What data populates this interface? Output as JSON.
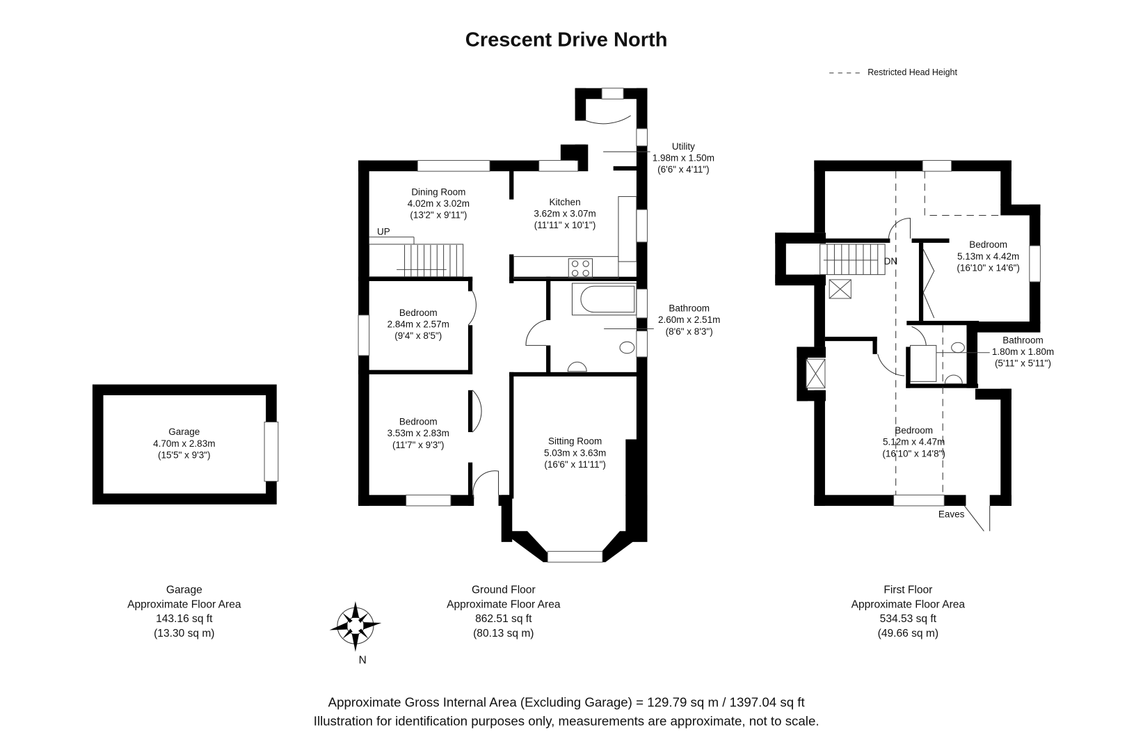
{
  "title": "Crescent Drive North",
  "legend": {
    "restricted_head_height": "Restricted Head Height"
  },
  "ground_floor": {
    "rooms": [
      {
        "name": "Dining Room",
        "metric": "4.02m x 3.02m",
        "imperial": "(13'2\" x 9'11\")"
      },
      {
        "name": "Kitchen",
        "metric": "3.62m x 3.07m",
        "imperial": "(11'11\" x 10'1\")"
      },
      {
        "name": "Utility",
        "metric": "1.98m x 1.50m",
        "imperial": "(6'6\" x 4'11\")"
      },
      {
        "name": "Bedroom",
        "metric": "2.84m x 2.57m",
        "imperial": "(9'4\" x 8'5\")"
      },
      {
        "name": "Bathroom",
        "metric": "2.60m x 2.51m",
        "imperial": "(8'6\" x 8'3\")"
      },
      {
        "name": "Bedroom",
        "metric": "3.53m x 2.83m",
        "imperial": "(11'7\" x 9'3\")"
      },
      {
        "name": "Sitting Room",
        "metric": "5.03m x 3.63m",
        "imperial": "(16'6\" x 11'11\")"
      }
    ],
    "stairs_label": "UP",
    "summary": {
      "name": "Ground Floor",
      "label": "Approximate Floor Area",
      "sqft": "862.51 sq ft",
      "sqm": "(80.13 sq m)"
    }
  },
  "first_floor": {
    "rooms": [
      {
        "name": "Bedroom",
        "metric": "5.13m x 4.42m",
        "imperial": "(16'10\" x 14'6\")"
      },
      {
        "name": "Bathroom",
        "metric": "1.80m x 1.80m",
        "imperial": "(5'11\" x 5'11\")"
      },
      {
        "name": "Bedroom",
        "metric": "5.12m x 4.47m",
        "imperial": "(16'10\" x 14'8\")"
      }
    ],
    "stairs_label": "DN",
    "eaves_label": "Eaves",
    "summary": {
      "name": "First Floor",
      "label": "Approximate Floor Area",
      "sqft": "534.53 sq ft",
      "sqm": "(49.66 sq m)"
    }
  },
  "garage": {
    "room": {
      "name": "Garage",
      "metric": "4.70m x 2.83m",
      "imperial": "(15'5\" x 9'3\")"
    },
    "summary": {
      "name": "Garage",
      "label": "Approximate Floor Area",
      "sqft": "143.16 sq ft",
      "sqm": "(13.30 sq m)"
    }
  },
  "compass": {
    "icon": "compass-rose-icon",
    "label": "N"
  },
  "footer": {
    "gross_area": "Approximate Gross Internal Area (Excluding Garage) = 129.79 sq m / 1397.04 sq ft",
    "disclaimer": "Illustration for identification purposes only, measurements are approximate, not to scale."
  }
}
